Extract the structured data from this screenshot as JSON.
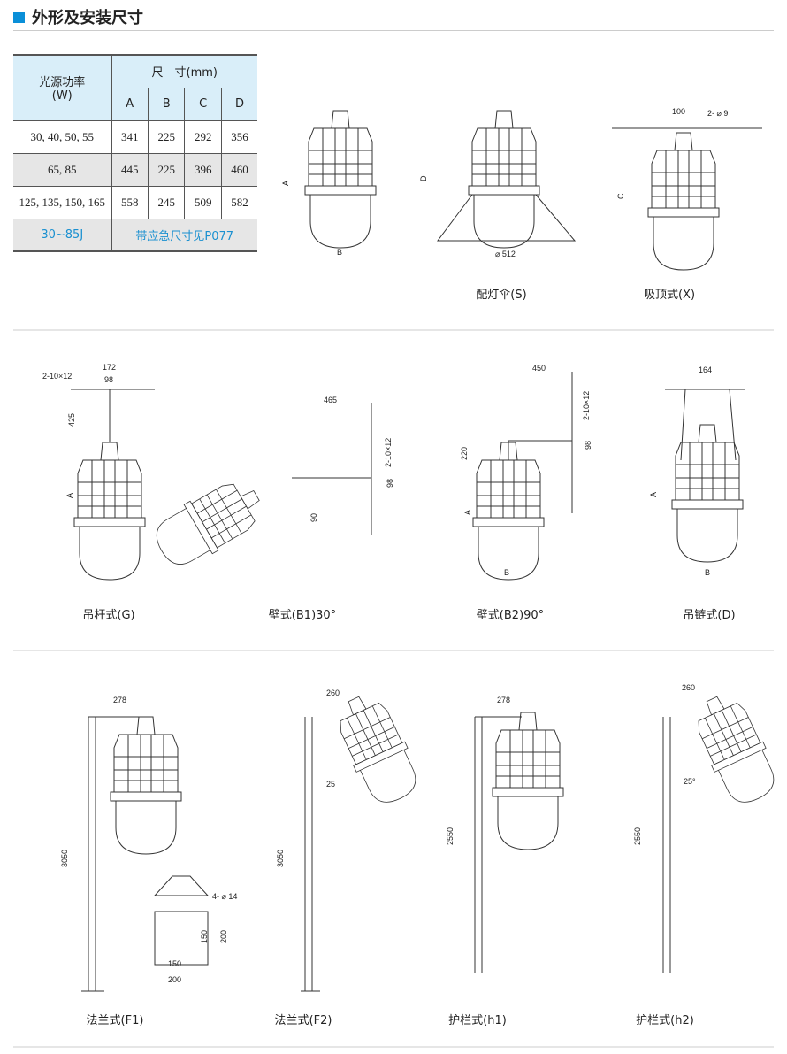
{
  "header": {
    "title": "外形及安装尺寸"
  },
  "table": {
    "power_label": "光源功率",
    "power_unit": "(W)",
    "size_label": "尺　寸(mm)",
    "cols": [
      "A",
      "B",
      "C",
      "D"
    ],
    "rows": [
      {
        "power": "30, 40, 50, 55",
        "values": [
          "341",
          "225",
          "292",
          "356"
        ]
      },
      {
        "power": "65, 85",
        "values": [
          "445",
          "225",
          "396",
          "460"
        ]
      },
      {
        "power": "125, 135, 150, 165",
        "values": [
          "558",
          "245",
          "509",
          "582"
        ]
      }
    ],
    "note_power": "30~85J",
    "note_text": "带应急尺寸见P077"
  },
  "colors": {
    "accent": "#0a8fd8",
    "table_header": "#d9eef9",
    "note": "#1a90d0"
  },
  "captions": {
    "s": "配灯伞(S)",
    "x": "吸顶式(X)",
    "g": "吊杆式(G)",
    "b1": "壁式(B1)30°",
    "b2": "壁式(B2)90°",
    "d": "吊链式(D)",
    "f1": "法兰式(F1)",
    "f2": "法兰式(F2)",
    "h1": "护栏式(h1)",
    "h2": "护栏式(h2)"
  },
  "dims": {
    "a": "A",
    "b": "B",
    "c": "C",
    "d": "D",
    "d512": "⌀ 512",
    "d100": "100",
    "d2phi9": "2- ⌀ 9",
    "d2x10x12": "2-10×12",
    "d172": "172",
    "d98": "98",
    "d425": "425",
    "d465": "465",
    "d90": "90",
    "d450": "450",
    "d220": "220",
    "d164": "164",
    "d278": "278",
    "d260": "260",
    "d3050": "3050",
    "d2550": "2550",
    "d25": "25",
    "d25deg": "25°",
    "d4phi14": "4- ⌀ 14",
    "d150": "150",
    "d200": "200"
  }
}
